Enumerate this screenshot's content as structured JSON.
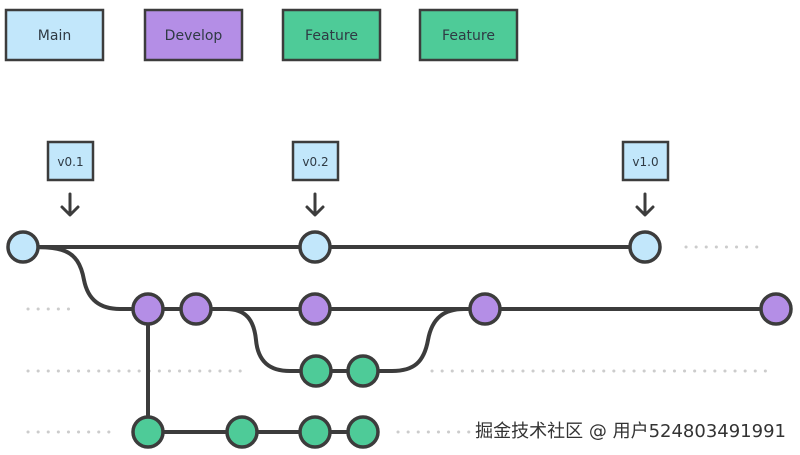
{
  "legend": [
    {
      "label": "Main",
      "color": "#c2e7fb"
    },
    {
      "label": "Develop",
      "color": "#b48ee6"
    },
    {
      "label": "Feature",
      "color": "#4ecb98"
    },
    {
      "label": "Feature",
      "color": "#4ecb98"
    }
  ],
  "tags": [
    {
      "label": "v0.1"
    },
    {
      "label": "v0.2"
    },
    {
      "label": "v1.0"
    }
  ],
  "colors": {
    "main": "#c2e7fb",
    "develop": "#b48ee6",
    "feature": "#4ecb98",
    "stroke": "#3c3c3c",
    "dots": "#cccccc"
  },
  "watermark": "掘金技术社区 @ 用户524803491991"
}
